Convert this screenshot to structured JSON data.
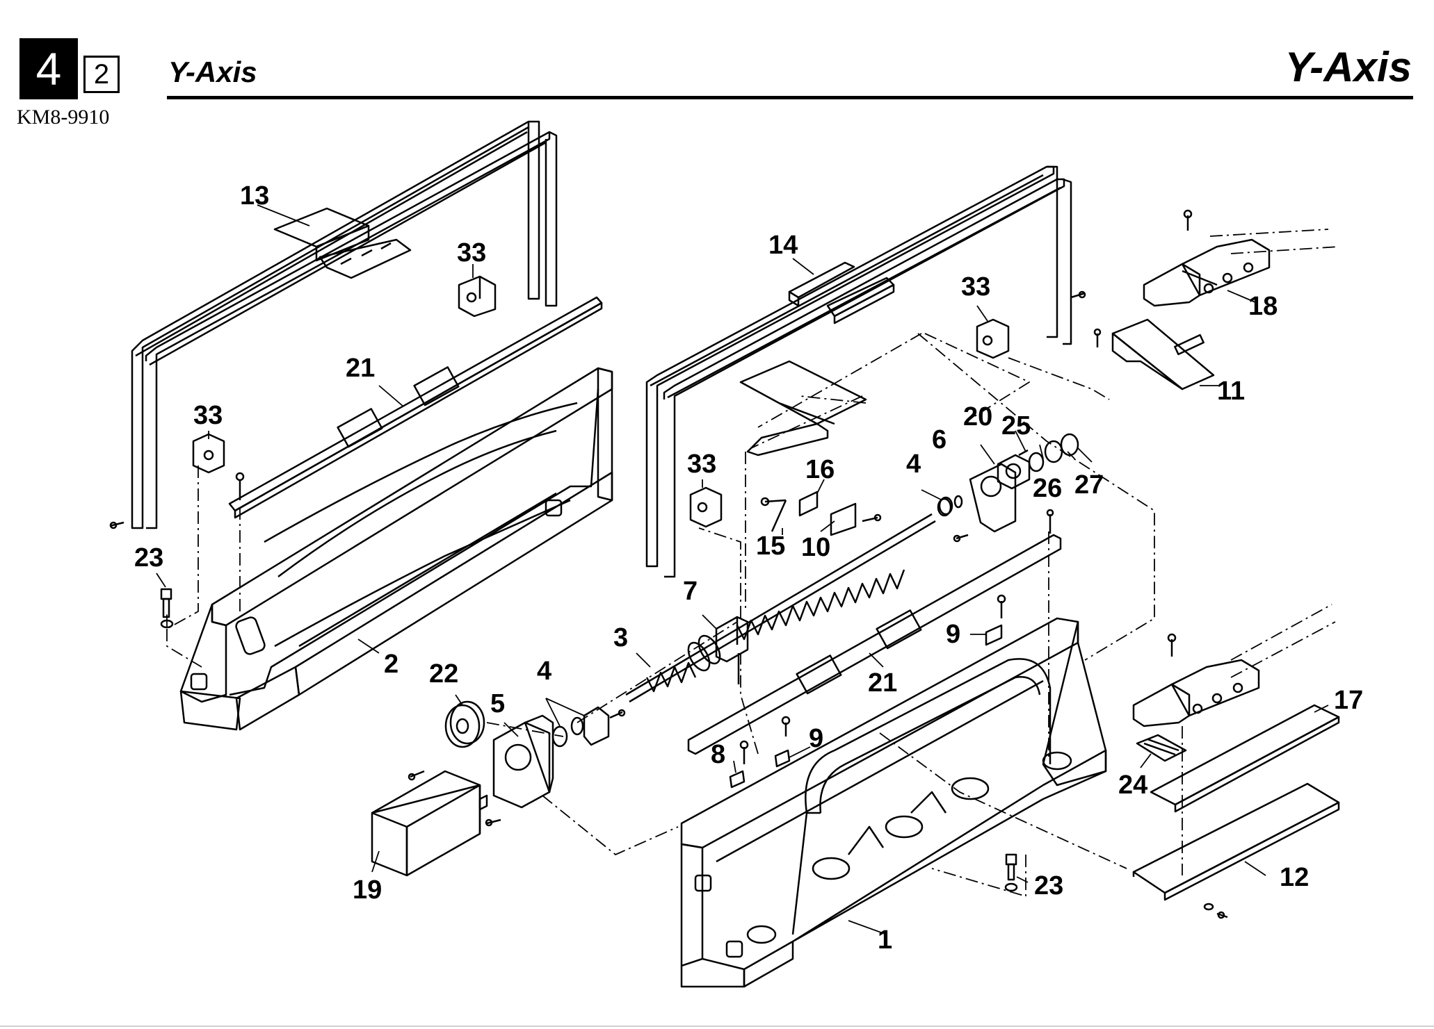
{
  "header": {
    "section": "4",
    "subsection": "2",
    "model": "KM8-9910",
    "title_left": "Y-Axis",
    "title_right": "Y-Axis"
  },
  "callouts": [
    "1",
    "2",
    "3",
    "4",
    "4",
    "5",
    "6",
    "7",
    "8",
    "9",
    "9",
    "10",
    "11",
    "12",
    "13",
    "14",
    "15",
    "16",
    "17",
    "18",
    "19",
    "20",
    "21",
    "21",
    "22",
    "23",
    "23",
    "24",
    "25",
    "26",
    "27",
    "33",
    "33",
    "33",
    "33"
  ]
}
